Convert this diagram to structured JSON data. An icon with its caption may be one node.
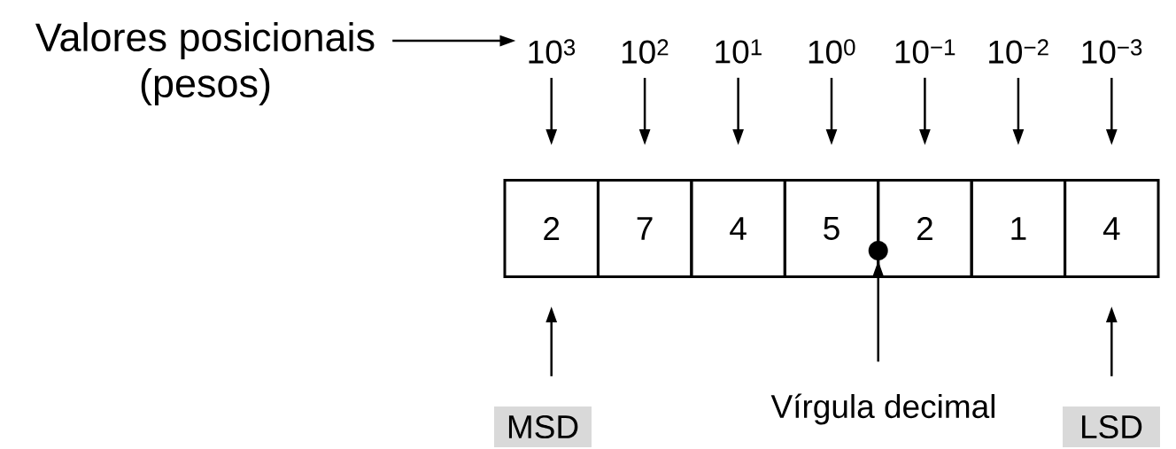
{
  "diagram": {
    "nodes": [
      {
        "text": [
          "Valores posicionais (pesos)"
        ]
      },
      {
        "text": [
          "10$^{3}$"
        ]
      },
      {
        "text": [
          "10$^{2}$"
        ]
      },
      {
        "text": [
          "10$^{1}$"
        ]
      },
      {
        "text": [
          "10$^{0}$"
        ]
      },
      {
        "text": [
          "10$^{−1}$"
        ]
      },
      {
        "text": [
          "10$^{−2}$"
        ]
      },
      {
        "text": [
          "10$^{−3}$"
        ]
      },
      {
        "text": [
          "2"
        ]
      },
      {
        "text": [
          "7"
        ]
      },
      {
        "text": [
          "4"
        ]
      },
      {
        "text": [
          "5"
        ]
      },
      {
        "text": [
          "2"
        ]
      },
      {
        "text": [
          "1"
        ]
      },
      {
        "text": [
          "4"
        ]
      },
      {
        "text": [],
        "shape": "circle"
      },
      {
        "text": [
          "MSD"
        ]
      },
      {
        "text": [
          "Vírgula decimal"
        ]
      },
      {
        "text": [
          "LSD"
        ]
      }
    ],
    "edges": [
      {
        "from": 0,
        "to": 1,
        "arrow": "to"
      },
      {
        "from": 1,
        "to": 8,
        "arrow": "to"
      },
      {
        "from": 2,
        "to": 9,
        "arrow": "to"
      },
      {
        "from": 3,
        "to": 10,
        "arrow": "to"
      },
      {
        "from": 4,
        "to": 11,
        "arrow": "to"
      },
      {
        "from": 5,
        "to": 12,
        "arrow": "to"
      },
      {
        "from": 6,
        "to": 13,
        "arrow": "to"
      },
      {
        "from": 7,
        "to": 14,
        "arrow": "to"
      },
      {
        "from": 16,
        "to": 8,
        "arrow": "to"
      },
      {
        "from": 17,
        "to": 15,
        "arrow": "to"
      },
      {
        "from": 18,
        "to": 14,
        "arrow": "to"
      }
    ]
  }
}
